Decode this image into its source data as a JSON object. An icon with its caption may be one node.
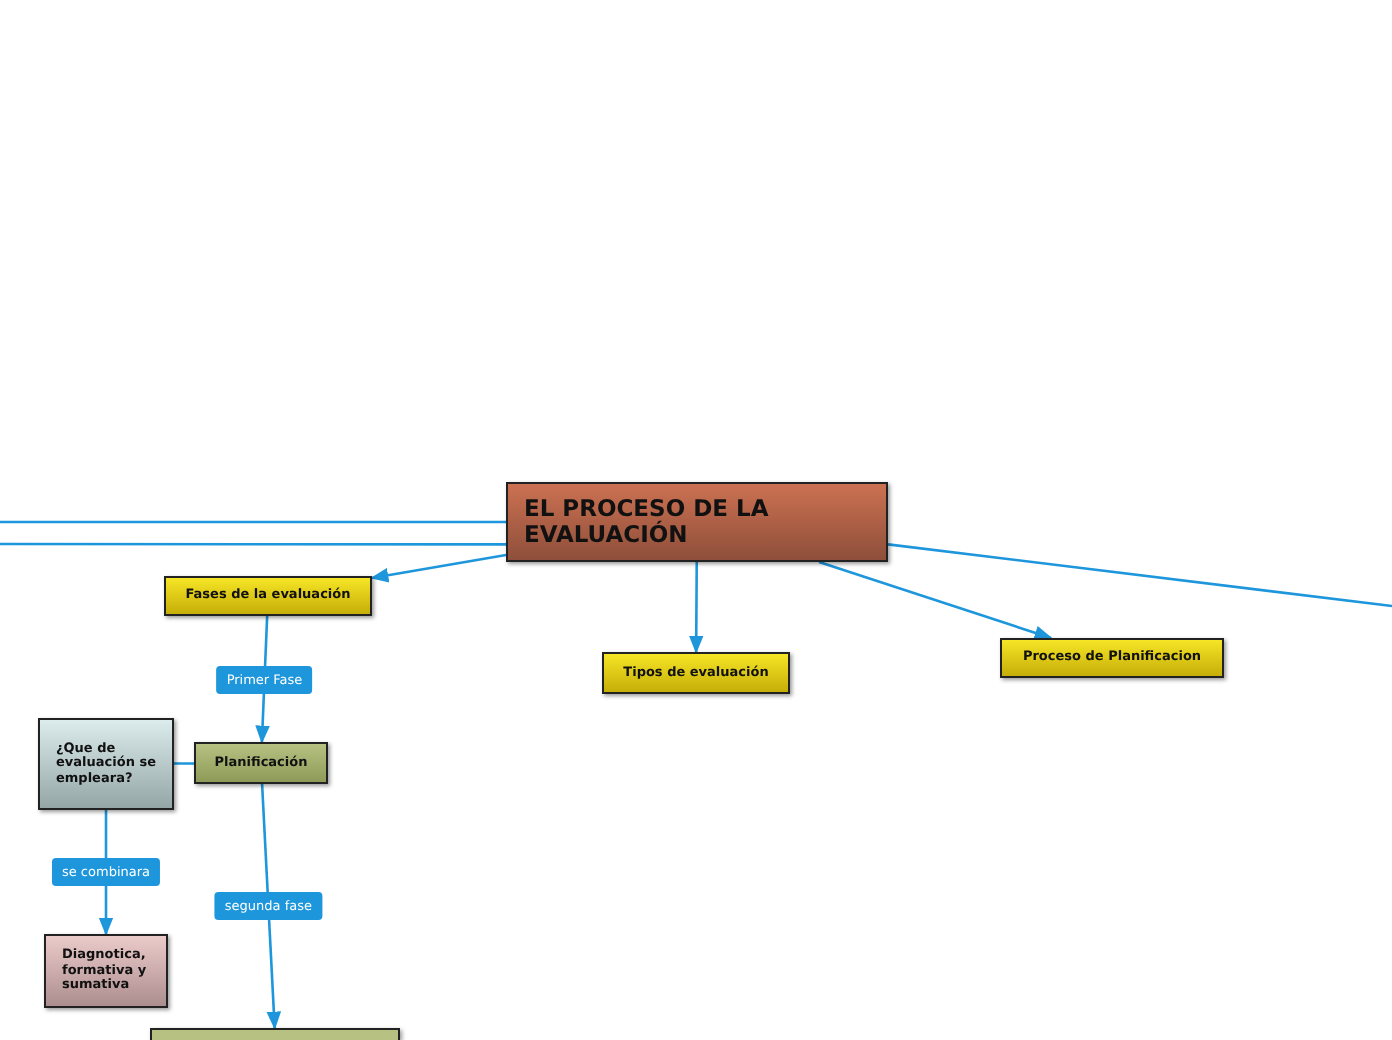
{
  "diagram": {
    "nodes": [
      {
        "text": [
          "EL PROCESO DE LA EVALUACIÓN"
        ]
      },
      {
        "text": [
          "Fases de la evaluación"
        ]
      },
      {
        "text": [
          "Tipos de evaluación"
        ]
      },
      {
        "text": [
          "Proceso de Planificacion"
        ]
      },
      {
        "text": [
          "¿Que de evaluación se empleara?"
        ]
      },
      {
        "text": [
          "Planificación"
        ]
      },
      {
        "text": [
          "Diagnotica, formativa y sumativa"
        ]
      },
      {
        "text": [],
        "shape": "box"
      }
    ],
    "edges": [
      {
        "from": 0,
        "to": null,
        "arrow": "none"
      },
      {
        "from": 0,
        "to": null,
        "arrow": "none"
      },
      {
        "from": 0,
        "to": 1,
        "arrow": "to"
      },
      {
        "from": 0,
        "to": 2,
        "arrow": "to"
      },
      {
        "from": 0,
        "to": 3,
        "arrow": "to"
      },
      {
        "from": 0,
        "to": null,
        "arrow": "none"
      },
      {
        "from": 1,
        "to": 5,
        "label": "Primer Fase",
        "arrow": "to"
      },
      {
        "from": 4,
        "to": 5,
        "arrow": "none"
      },
      {
        "from": 4,
        "to": 6,
        "label": "se combinara",
        "arrow": "to"
      },
      {
        "from": 5,
        "to": 7,
        "label": "segunda fase",
        "arrow": "to"
      }
    ]
  }
}
